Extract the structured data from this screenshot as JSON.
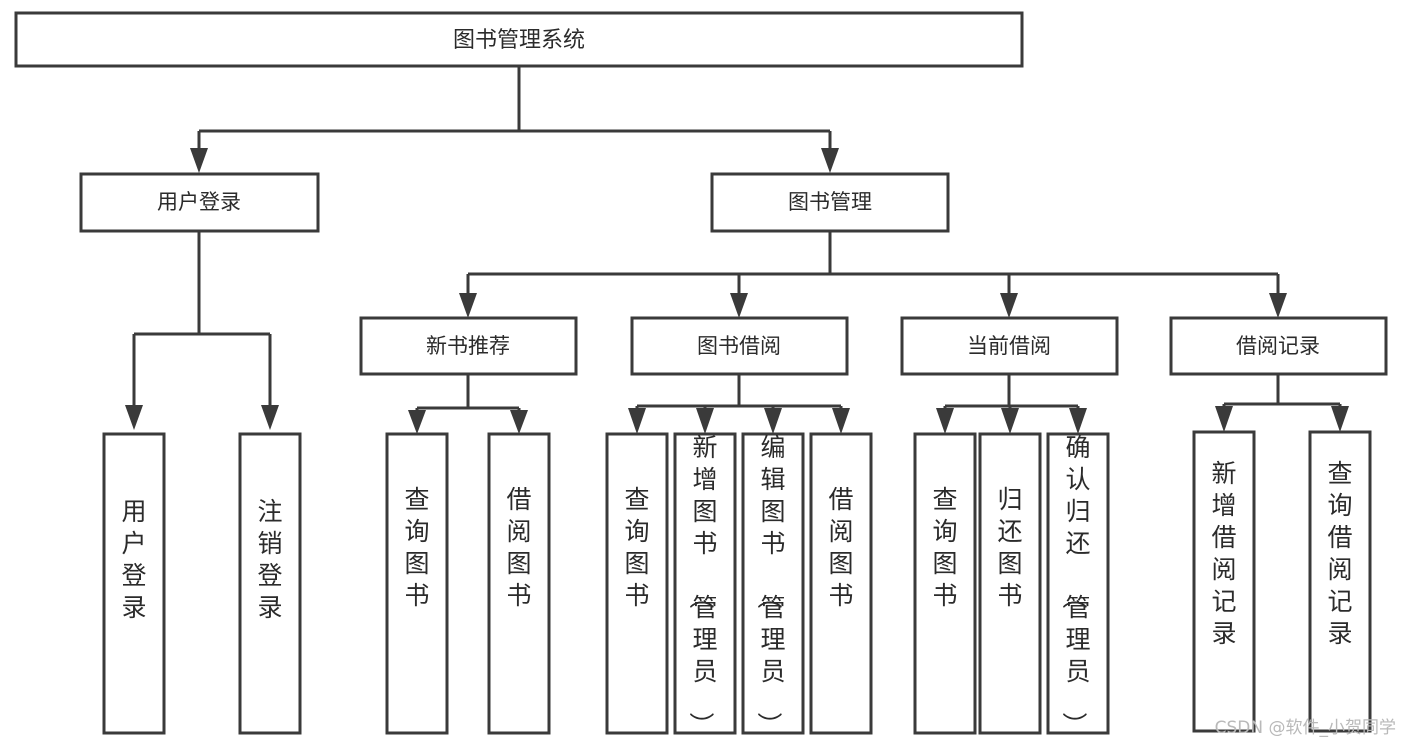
{
  "diagram": {
    "title": "图书管理系统",
    "type": "tree",
    "watermark": "CSDN @软件_小贺同学",
    "colors": {
      "stroke": "#3a3a3a",
      "text": "#2b2b2b",
      "background": "#ffffff",
      "watermark": "#b9b9b9"
    },
    "root": {
      "label": "图书管理系统"
    },
    "level1": [
      {
        "label": "用户登录"
      },
      {
        "label": "图书管理"
      }
    ],
    "level2": [
      {
        "label": "新书推荐"
      },
      {
        "label": "图书借阅"
      },
      {
        "label": "当前借阅"
      },
      {
        "label": "借阅记录"
      }
    ],
    "leaves": {
      "user_login": [
        {
          "label": "用户登录"
        },
        {
          "label": "注销登录"
        }
      ],
      "new_book_recommend": [
        {
          "label": "查询图书"
        },
        {
          "label": "借阅图书"
        }
      ],
      "book_borrow": [
        {
          "label": "查询图书"
        },
        {
          "label": "新增图书（管理员）"
        },
        {
          "label": "编辑图书（管理员）"
        },
        {
          "label": "借阅图书"
        }
      ],
      "current_borrow": [
        {
          "label": "查询图书"
        },
        {
          "label": "归还图书"
        },
        {
          "label": "确认归还（管理员）"
        }
      ],
      "borrow_record": [
        {
          "label": "新增借阅记录"
        },
        {
          "label": "查询借阅记录"
        }
      ]
    }
  },
  "chart_data": {
    "type": "table",
    "title": "图书管理系统",
    "nodes": [
      {
        "id": "root",
        "label": "图书管理系统",
        "level": 0,
        "parent": null
      },
      {
        "id": "user-login",
        "label": "用户登录",
        "level": 1,
        "parent": "root"
      },
      {
        "id": "book-manage",
        "label": "图书管理",
        "level": 1,
        "parent": "root"
      },
      {
        "id": "user-login-leaf-1",
        "label": "用户登录",
        "level": 2,
        "parent": "user-login"
      },
      {
        "id": "user-login-leaf-2",
        "label": "注销登录",
        "level": 2,
        "parent": "user-login"
      },
      {
        "id": "new-book",
        "label": "新书推荐",
        "level": 2,
        "parent": "book-manage"
      },
      {
        "id": "book-borrow",
        "label": "图书借阅",
        "level": 2,
        "parent": "book-manage"
      },
      {
        "id": "current-borrow",
        "label": "当前借阅",
        "level": 2,
        "parent": "book-manage"
      },
      {
        "id": "borrow-record",
        "label": "借阅记录",
        "level": 2,
        "parent": "book-manage"
      },
      {
        "id": "new-book-leaf-1",
        "label": "查询图书",
        "level": 3,
        "parent": "new-book"
      },
      {
        "id": "new-book-leaf-2",
        "label": "借阅图书",
        "level": 3,
        "parent": "new-book"
      },
      {
        "id": "book-borrow-leaf-1",
        "label": "查询图书",
        "level": 3,
        "parent": "book-borrow"
      },
      {
        "id": "book-borrow-leaf-2",
        "label": "新增图书（管理员）",
        "level": 3,
        "parent": "book-borrow"
      },
      {
        "id": "book-borrow-leaf-3",
        "label": "编辑图书（管理员）",
        "level": 3,
        "parent": "book-borrow"
      },
      {
        "id": "book-borrow-leaf-4",
        "label": "借阅图书",
        "level": 3,
        "parent": "book-borrow"
      },
      {
        "id": "current-borrow-leaf-1",
        "label": "查询图书",
        "level": 3,
        "parent": "current-borrow"
      },
      {
        "id": "current-borrow-leaf-2",
        "label": "归还图书",
        "level": 3,
        "parent": "current-borrow"
      },
      {
        "id": "current-borrow-leaf-3",
        "label": "确认归还（管理员）",
        "level": 3,
        "parent": "current-borrow"
      },
      {
        "id": "borrow-record-leaf-1",
        "label": "新增借阅记录",
        "level": 3,
        "parent": "borrow-record"
      },
      {
        "id": "borrow-record-leaf-2",
        "label": "查询借阅记录",
        "level": 3,
        "parent": "borrow-record"
      }
    ]
  }
}
